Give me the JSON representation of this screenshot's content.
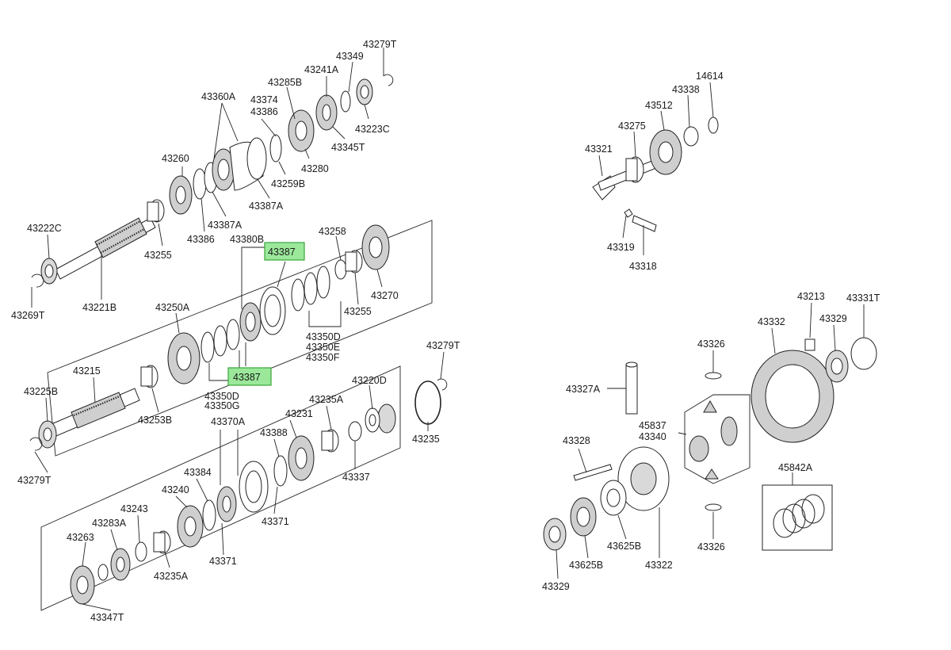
{
  "diagram": {
    "labels": {
      "l43279T_a": "43279T",
      "l43349": "43349",
      "l43241A": "43241A",
      "l43285B": "43285B",
      "l43360A": "43360A",
      "l43374": "43374",
      "l43386_a": "43386",
      "l43223C": "43223C",
      "l43345T": "43345T",
      "l43260": "43260",
      "l43280": "43280",
      "l43259B": "43259B",
      "l43387A_a": "43387A",
      "l43387A_b": "43387A",
      "l43386_b": "43386",
      "l43255_a": "43255",
      "l43222C": "43222C",
      "l43221B": "43221B",
      "l43269T": "43269T",
      "l43380B": "43380B",
      "l43258": "43258",
      "l43387_top": "43387",
      "l43270": "43270",
      "l43255_b": "43255",
      "l43250A": "43250A",
      "l43350D_a": "43350D",
      "l43350E": "43350E",
      "l43350F": "43350F",
      "l43387_bot": "43387",
      "l43350D_b": "43350D",
      "l43350G": "43350G",
      "l43215": "43215",
      "l43253B": "43253B",
      "l43225B": "43225B",
      "l43279T_b": "43279T",
      "l43279T_c": "43279T",
      "l43220D": "43220D",
      "l43235A_a": "43235A",
      "l43235": "43235",
      "l43370A": "43370A",
      "l43231": "43231",
      "l43388": "43388",
      "l43337": "43337",
      "l43384": "43384",
      "l43240": "43240",
      "l43243": "43243",
      "l43283A": "43283A",
      "l43263": "43263",
      "l43371_a": "43371",
      "l43371_b": "43371",
      "l43235A_b": "43235A",
      "l43347T": "43347T",
      "l14614": "14614",
      "l43338": "43338",
      "l43512": "43512",
      "l43275": "43275",
      "l43321": "43321",
      "l43319": "43319",
      "l43318": "43318",
      "l43213": "43213",
      "l43331T": "43331T",
      "l43332": "43332",
      "l43329_a": "43329",
      "l43326_a": "43326",
      "l43327A": "43327A",
      "l45837": "45837",
      "l43340": "43340",
      "l43328": "43328",
      "l45842A": "45842A",
      "l43326_b": "43326",
      "l43625B_a": "43625B",
      "l43322": "43322",
      "l43625B_b": "43625B",
      "l43329_b": "43329"
    },
    "highlight_color": "#9be89b"
  }
}
